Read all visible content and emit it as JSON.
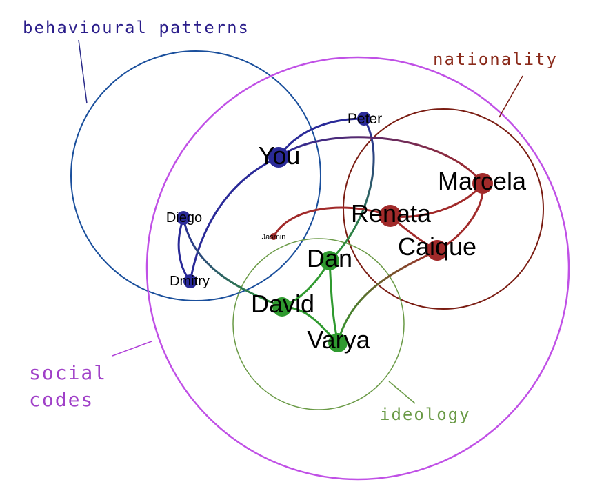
{
  "groups": {
    "behavioural": {
      "label": "behavioural patterns",
      "color": "#1a4f9c"
    },
    "social": {
      "label_line1": "social",
      "label_line2": "codes",
      "color": "#c050e6"
    },
    "nationality": {
      "label": "nationality",
      "color": "#7a1c12"
    },
    "ideology": {
      "label": "ideology",
      "color": "#6a9a46"
    }
  },
  "colors": {
    "blue_node": "#2a2a98",
    "red_node": "#a12a2a",
    "green_node": "#2f9a2f"
  },
  "people": {
    "you": "You",
    "peter": "Peter",
    "diego": "Diego",
    "dmitry": "Dmitry",
    "jasmin": "Jasmin",
    "marcela": "Marcela",
    "renata": "Renata",
    "caique": "Caique",
    "dan": "Dan",
    "david": "David",
    "varya": "Varya"
  }
}
